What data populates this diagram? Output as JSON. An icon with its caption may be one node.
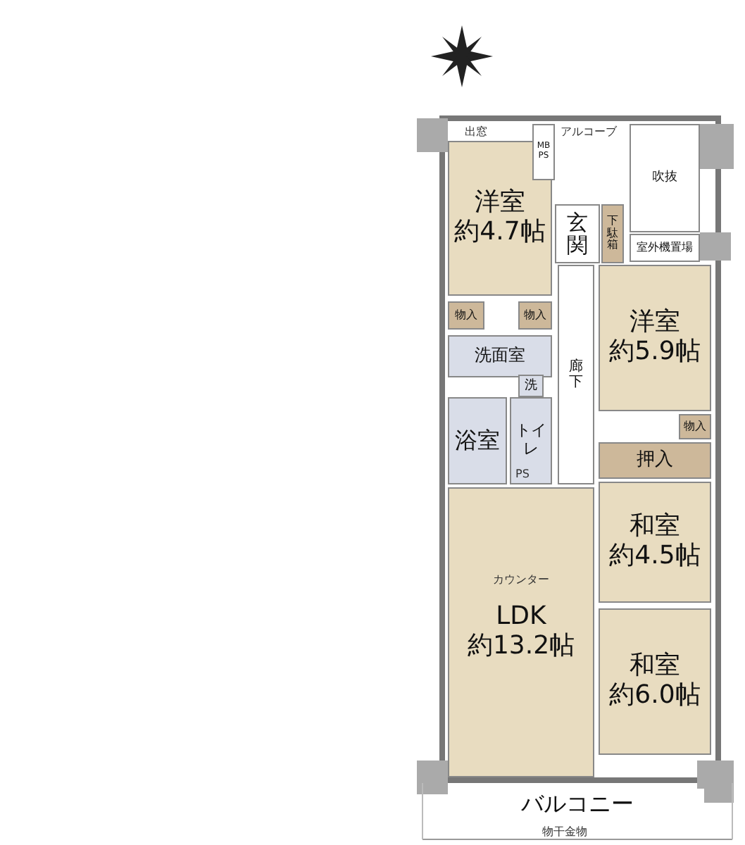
{
  "diagram": {
    "nodes": [
      {
        "text": [
          "洋室",
          "約4.7帖"
        ]
      },
      {
        "text": [
          "MB PS"
        ]
      },
      {
        "text": [
          "吹抜"
        ]
      },
      {
        "text": [
          "玄関"
        ]
      },
      {
        "text": [
          "下駄箱"
        ]
      },
      {
        "text": [
          "室外機置場"
        ]
      },
      {
        "text": [
          "物入"
        ]
      },
      {
        "text": [
          "物入"
        ]
      },
      {
        "text": [
          "洗面室"
        ]
      },
      {
        "text": [
          "洗"
        ]
      },
      {
        "text": [
          "浴室"
        ]
      },
      {
        "text": [
          "トイレ"
        ]
      },
      {
        "text": [
          "廊下"
        ]
      },
      {
        "text": [
          "洋室",
          "約5.9帖"
        ]
      },
      {
        "text": [
          "物入"
        ]
      },
      {
        "text": [
          "押入"
        ]
      },
      {
        "text": [
          "和室",
          "約4.5帖"
        ]
      },
      {
        "text": [
          "LDK",
          "約13.2帖"
        ]
      },
      {
        "text": [
          "和室",
          "約6.0帖"
        ]
      },
      {
        "text": [
          "バルコニー"
        ]
      }
    ],
    "labels": [
      "出窓",
      "アルコーブ",
      "PS",
      "カウンター",
      "物干金物"
    ]
  }
}
